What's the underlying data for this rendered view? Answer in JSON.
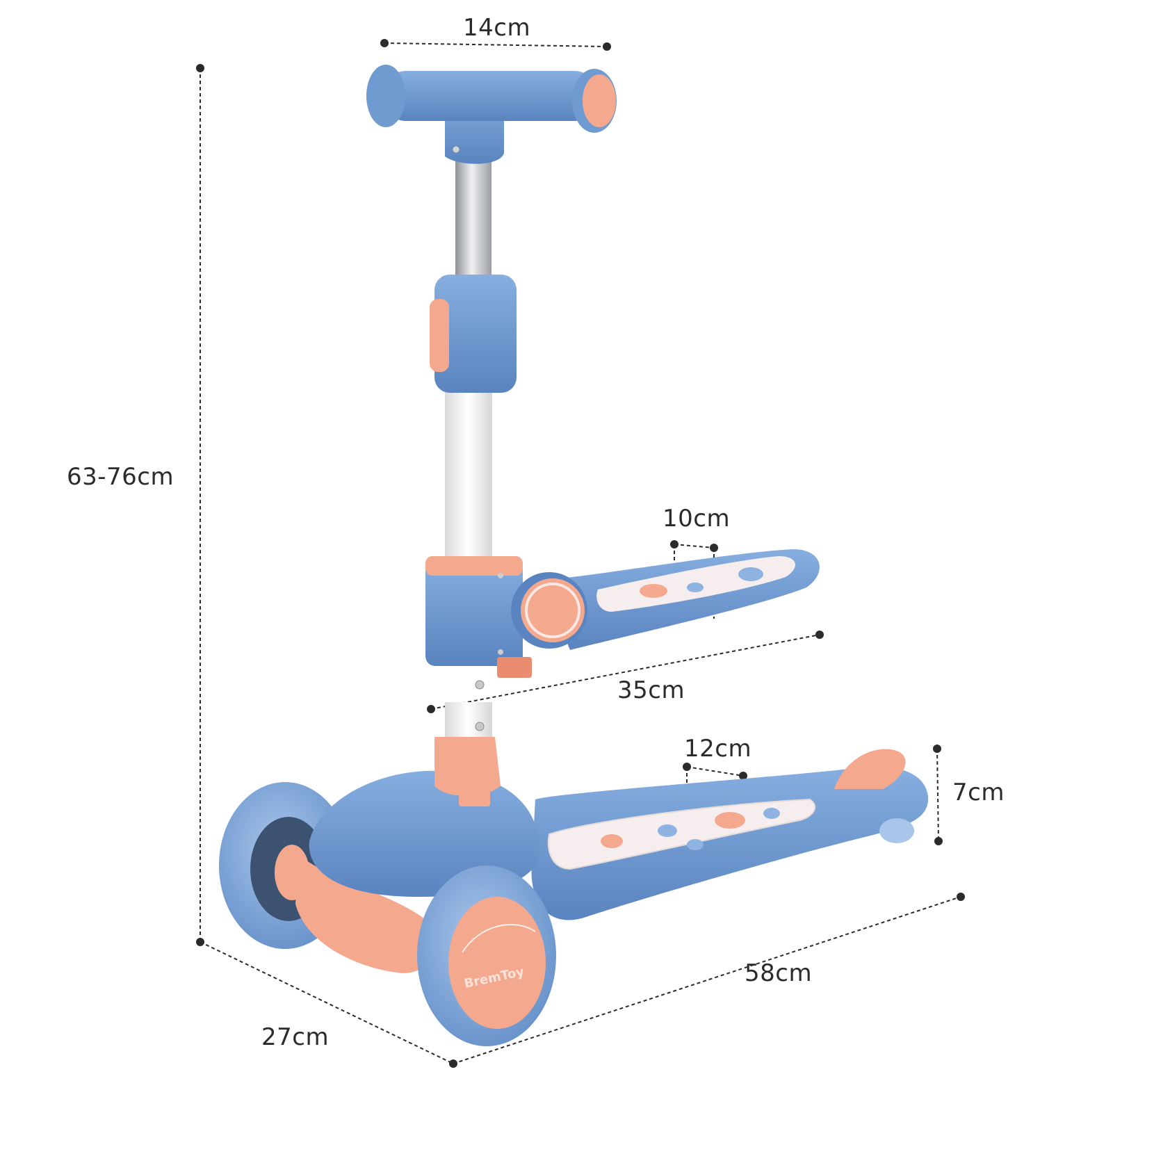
{
  "product": {
    "type": "kids 3-wheel scooter with foldable seat",
    "brand_logo": "BremToy",
    "colors": {
      "body_blue": "#6f9bd1",
      "body_blue_dark": "#5a84bf",
      "accent_peach": "#f4a98f",
      "accent_peach_dark": "#e98c70",
      "stem_silver": "#c9ccd1",
      "stem_white": "#f3f3f3",
      "deck_grip": "#f6eeee",
      "dimension_line": "#2b2b2b"
    }
  },
  "dimensions": {
    "handlebar_width": "14cm",
    "total_height": "63-76cm",
    "seat_width": "10cm",
    "seat_length": "35cm",
    "deck_width": "12cm",
    "rear_height": "7cm",
    "base_length": "58cm",
    "base_width": "27cm"
  }
}
